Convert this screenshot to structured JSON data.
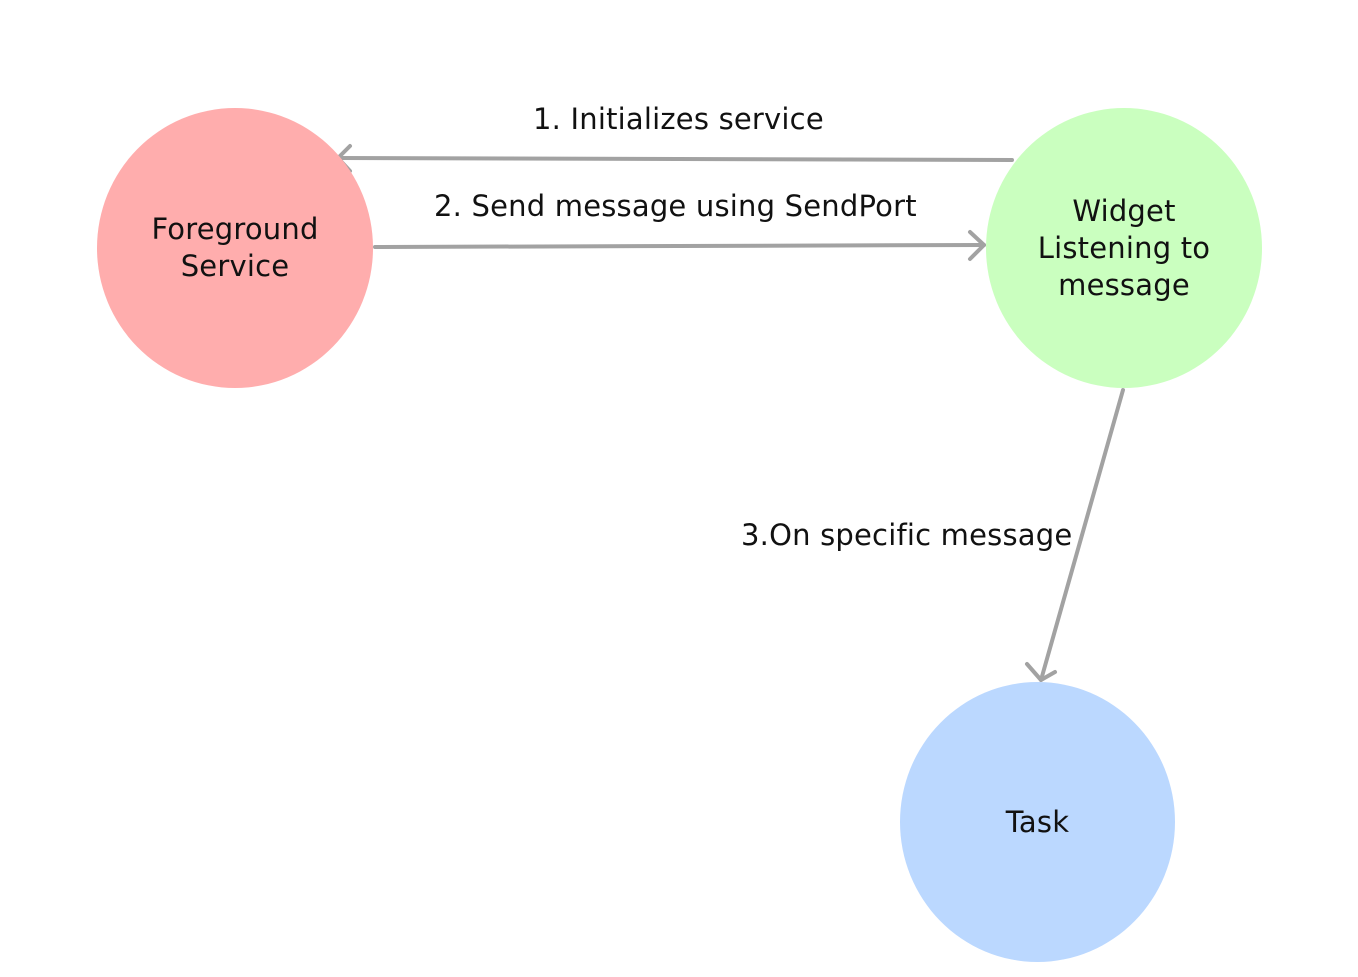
{
  "diagram": {
    "nodes": [
      {
        "id": "foreground-service",
        "label": "Foreground\nService",
        "color": "#ffadad"
      },
      {
        "id": "widget",
        "label": "Widget\nListening to\nmessage",
        "color": "#caffbf"
      },
      {
        "id": "task",
        "label": "Task",
        "color": "#bbd8ff"
      }
    ],
    "edges": [
      {
        "from": "widget",
        "to": "foreground-service",
        "label": "1. Initializes service"
      },
      {
        "from": "foreground-service",
        "to": "widget",
        "label": "2. Send message using SendPort"
      },
      {
        "from": "widget",
        "to": "task",
        "label": "3.On specific message"
      }
    ],
    "edge_color": "#a2a2a2"
  }
}
